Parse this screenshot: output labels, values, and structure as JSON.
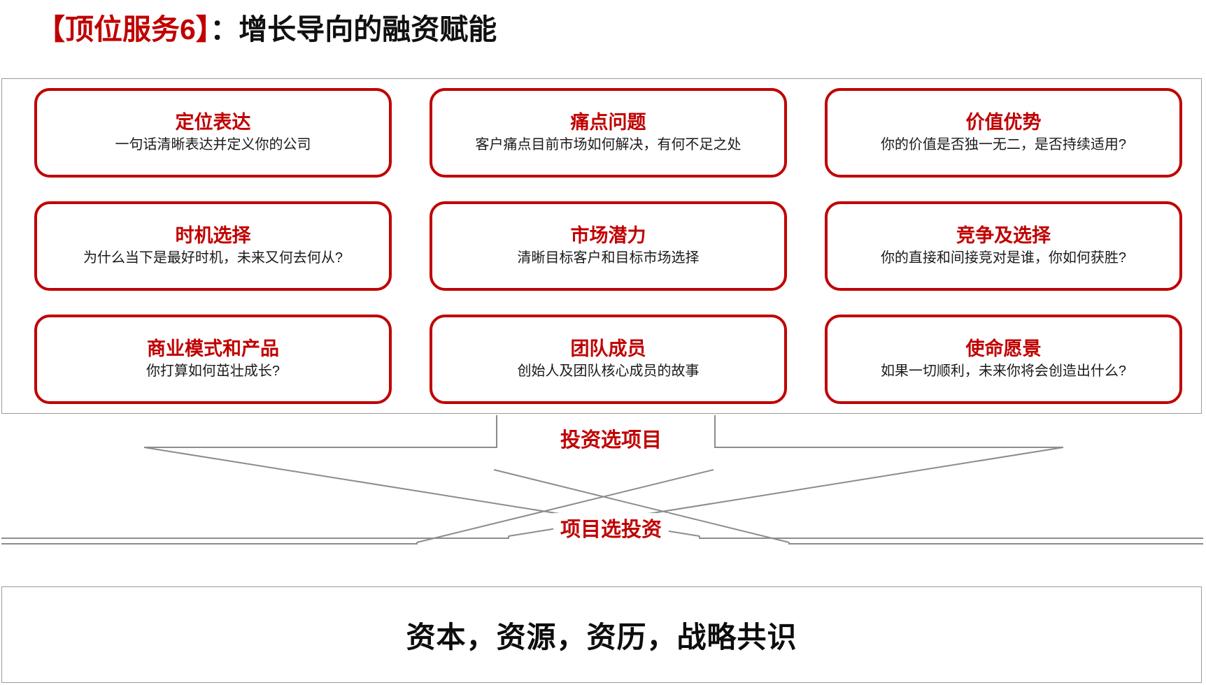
{
  "title": {
    "red_part": "【顶位服务6】",
    "black_part": "：增长导向的融资赋能"
  },
  "colors": {
    "accent_red": "#C00000",
    "border_gray": "#9b9b9b",
    "text_black": "#101010"
  },
  "grid": {
    "rows": [
      {
        "cards": [
          {
            "title": "定位表达",
            "sub": "一句话清晰表达并定义你的公司"
          },
          {
            "title": "痛点问题",
            "sub": "客户痛点目前市场如何解决，有何不足之处"
          },
          {
            "title": "价值优势",
            "sub": "你的价值是否独一无二，是否持续适用?"
          }
        ]
      },
      {
        "cards": [
          {
            "title": "时机选择",
            "sub": "为什么当下是最好时机，未来又何去何从?"
          },
          {
            "title": "市场潜力",
            "sub": "清晰目标客户和目标市场选择"
          },
          {
            "title": "竞争及选择",
            "sub": "你的直接和间接竞对是谁，你如何获胜?"
          }
        ]
      },
      {
        "cards": [
          {
            "title": "商业模式和产品",
            "sub": "你打算如何茁壮成长?"
          },
          {
            "title": "团队成员",
            "sub": "创始人及团队核心成员的故事"
          },
          {
            "title": "使命愿景",
            "sub": "如果一切顺利，未来你将会创造出什么?"
          }
        ]
      }
    ]
  },
  "connectors": {
    "top_label": "投资选项目",
    "bottom_label": "项目选投资"
  },
  "bottom": {
    "text": "资本，资源，资历，战略共识"
  }
}
